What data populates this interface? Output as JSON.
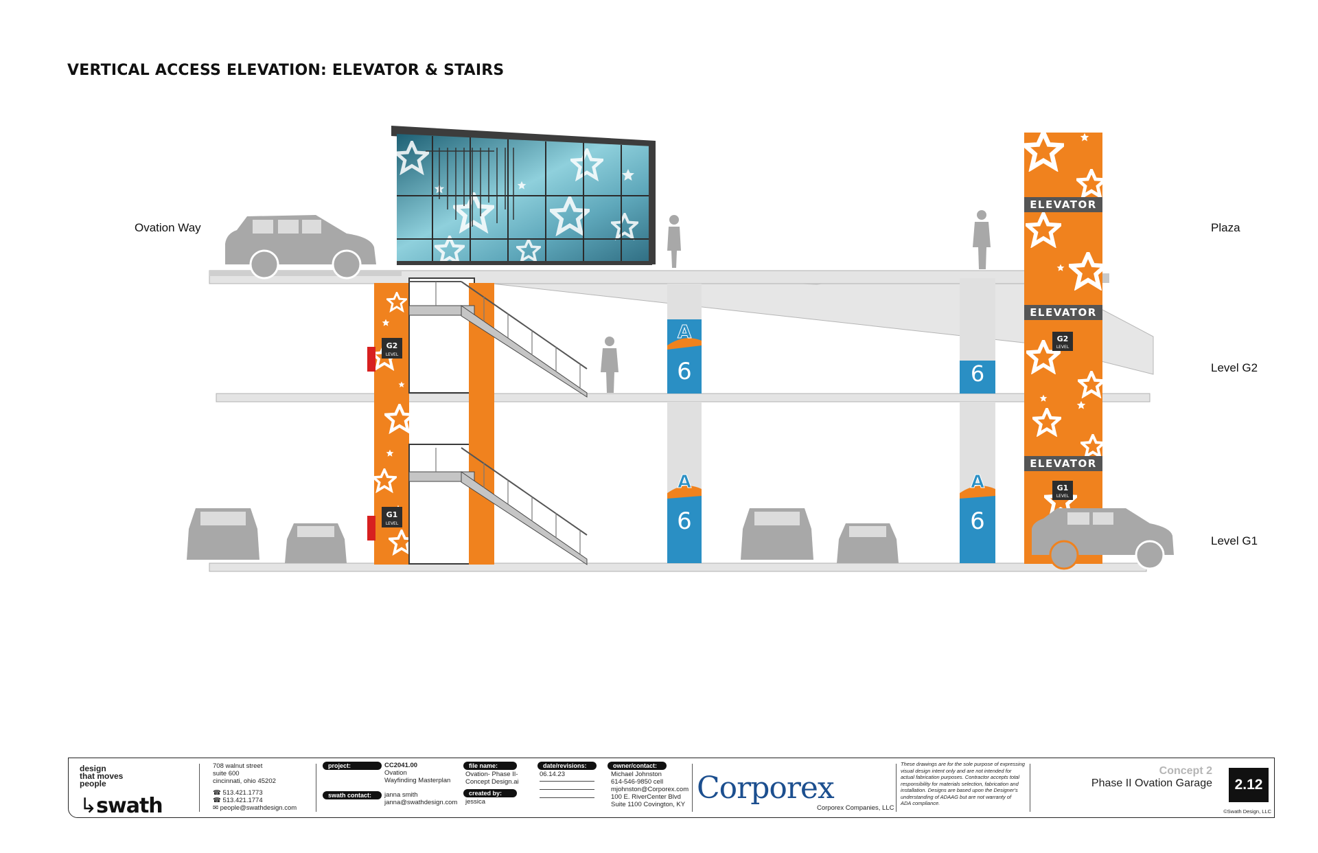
{
  "title": "VERTICAL ACCESS ELEVATION: ELEVATOR & STAIRS",
  "labels": {
    "ovation_way": "Ovation Way",
    "plaza": "Plaza",
    "level_g2": "Level G2",
    "level_g1": "Level G1"
  },
  "elevator_band": "ELEVATOR",
  "level_badges": {
    "g2": "G2",
    "g1": "G1",
    "level": "LEVEL"
  },
  "column_signs": {
    "letter": "A",
    "number": "6"
  },
  "colors": {
    "orange": "#f0821e",
    "blue": "#2a8fc4",
    "gray": "#a8a8a8",
    "slab": "#e4e4e4",
    "dark": "#3d3d3d"
  },
  "title_block": {
    "tagline": [
      "design",
      "that moves",
      "people"
    ],
    "logo": "swath",
    "address": [
      "708 walnut street",
      "suite 600",
      "cincinnati, ohio 45202"
    ],
    "phones": [
      "513.421.1773",
      "513.421.1774",
      "people@swathdesign.com"
    ],
    "project_label": "project:",
    "project_no": "CC2041.00",
    "project_name": [
      "Ovation",
      "Wayfinding Masterplan"
    ],
    "swath_contact_label": "swath contact:",
    "swath_contact": [
      "janna smith",
      "janna@swathdesign.com"
    ],
    "file_name_label": "file name:",
    "file_name": [
      "Ovation- Phase II-",
      "Concept Design.ai"
    ],
    "created_by_label": "created by:",
    "created_by": "jessica",
    "date_label": "date/revisions:",
    "date": "06.14.23",
    "owner_label": "owner/contact:",
    "owner": [
      "Michael Johnston",
      "614-546-9850 cell",
      "mjohnston@Corporex.com",
      "100 E. RiverCenter Blvd",
      "Suite 1100 Covington, KY"
    ],
    "corp_logo": "Corporex",
    "corp_name": "Corporex Companies, LLC",
    "disclaimer": [
      "These drawings are for the sole purpose of expressing",
      "visual design intent only and are not intended for",
      "actual fabrication purposes. Contractor accepts total",
      "responsibility for materials selection, fabrication and",
      "installation. Designs are based upon the Designer's",
      "understanding of ADAAG but are not warranty of",
      "ADA compliance."
    ],
    "concept": "Concept 2",
    "sheet_title": "Phase II Ovation Garage",
    "sheet_no": "2.12",
    "copyright": "©Swath Design, LLC"
  }
}
